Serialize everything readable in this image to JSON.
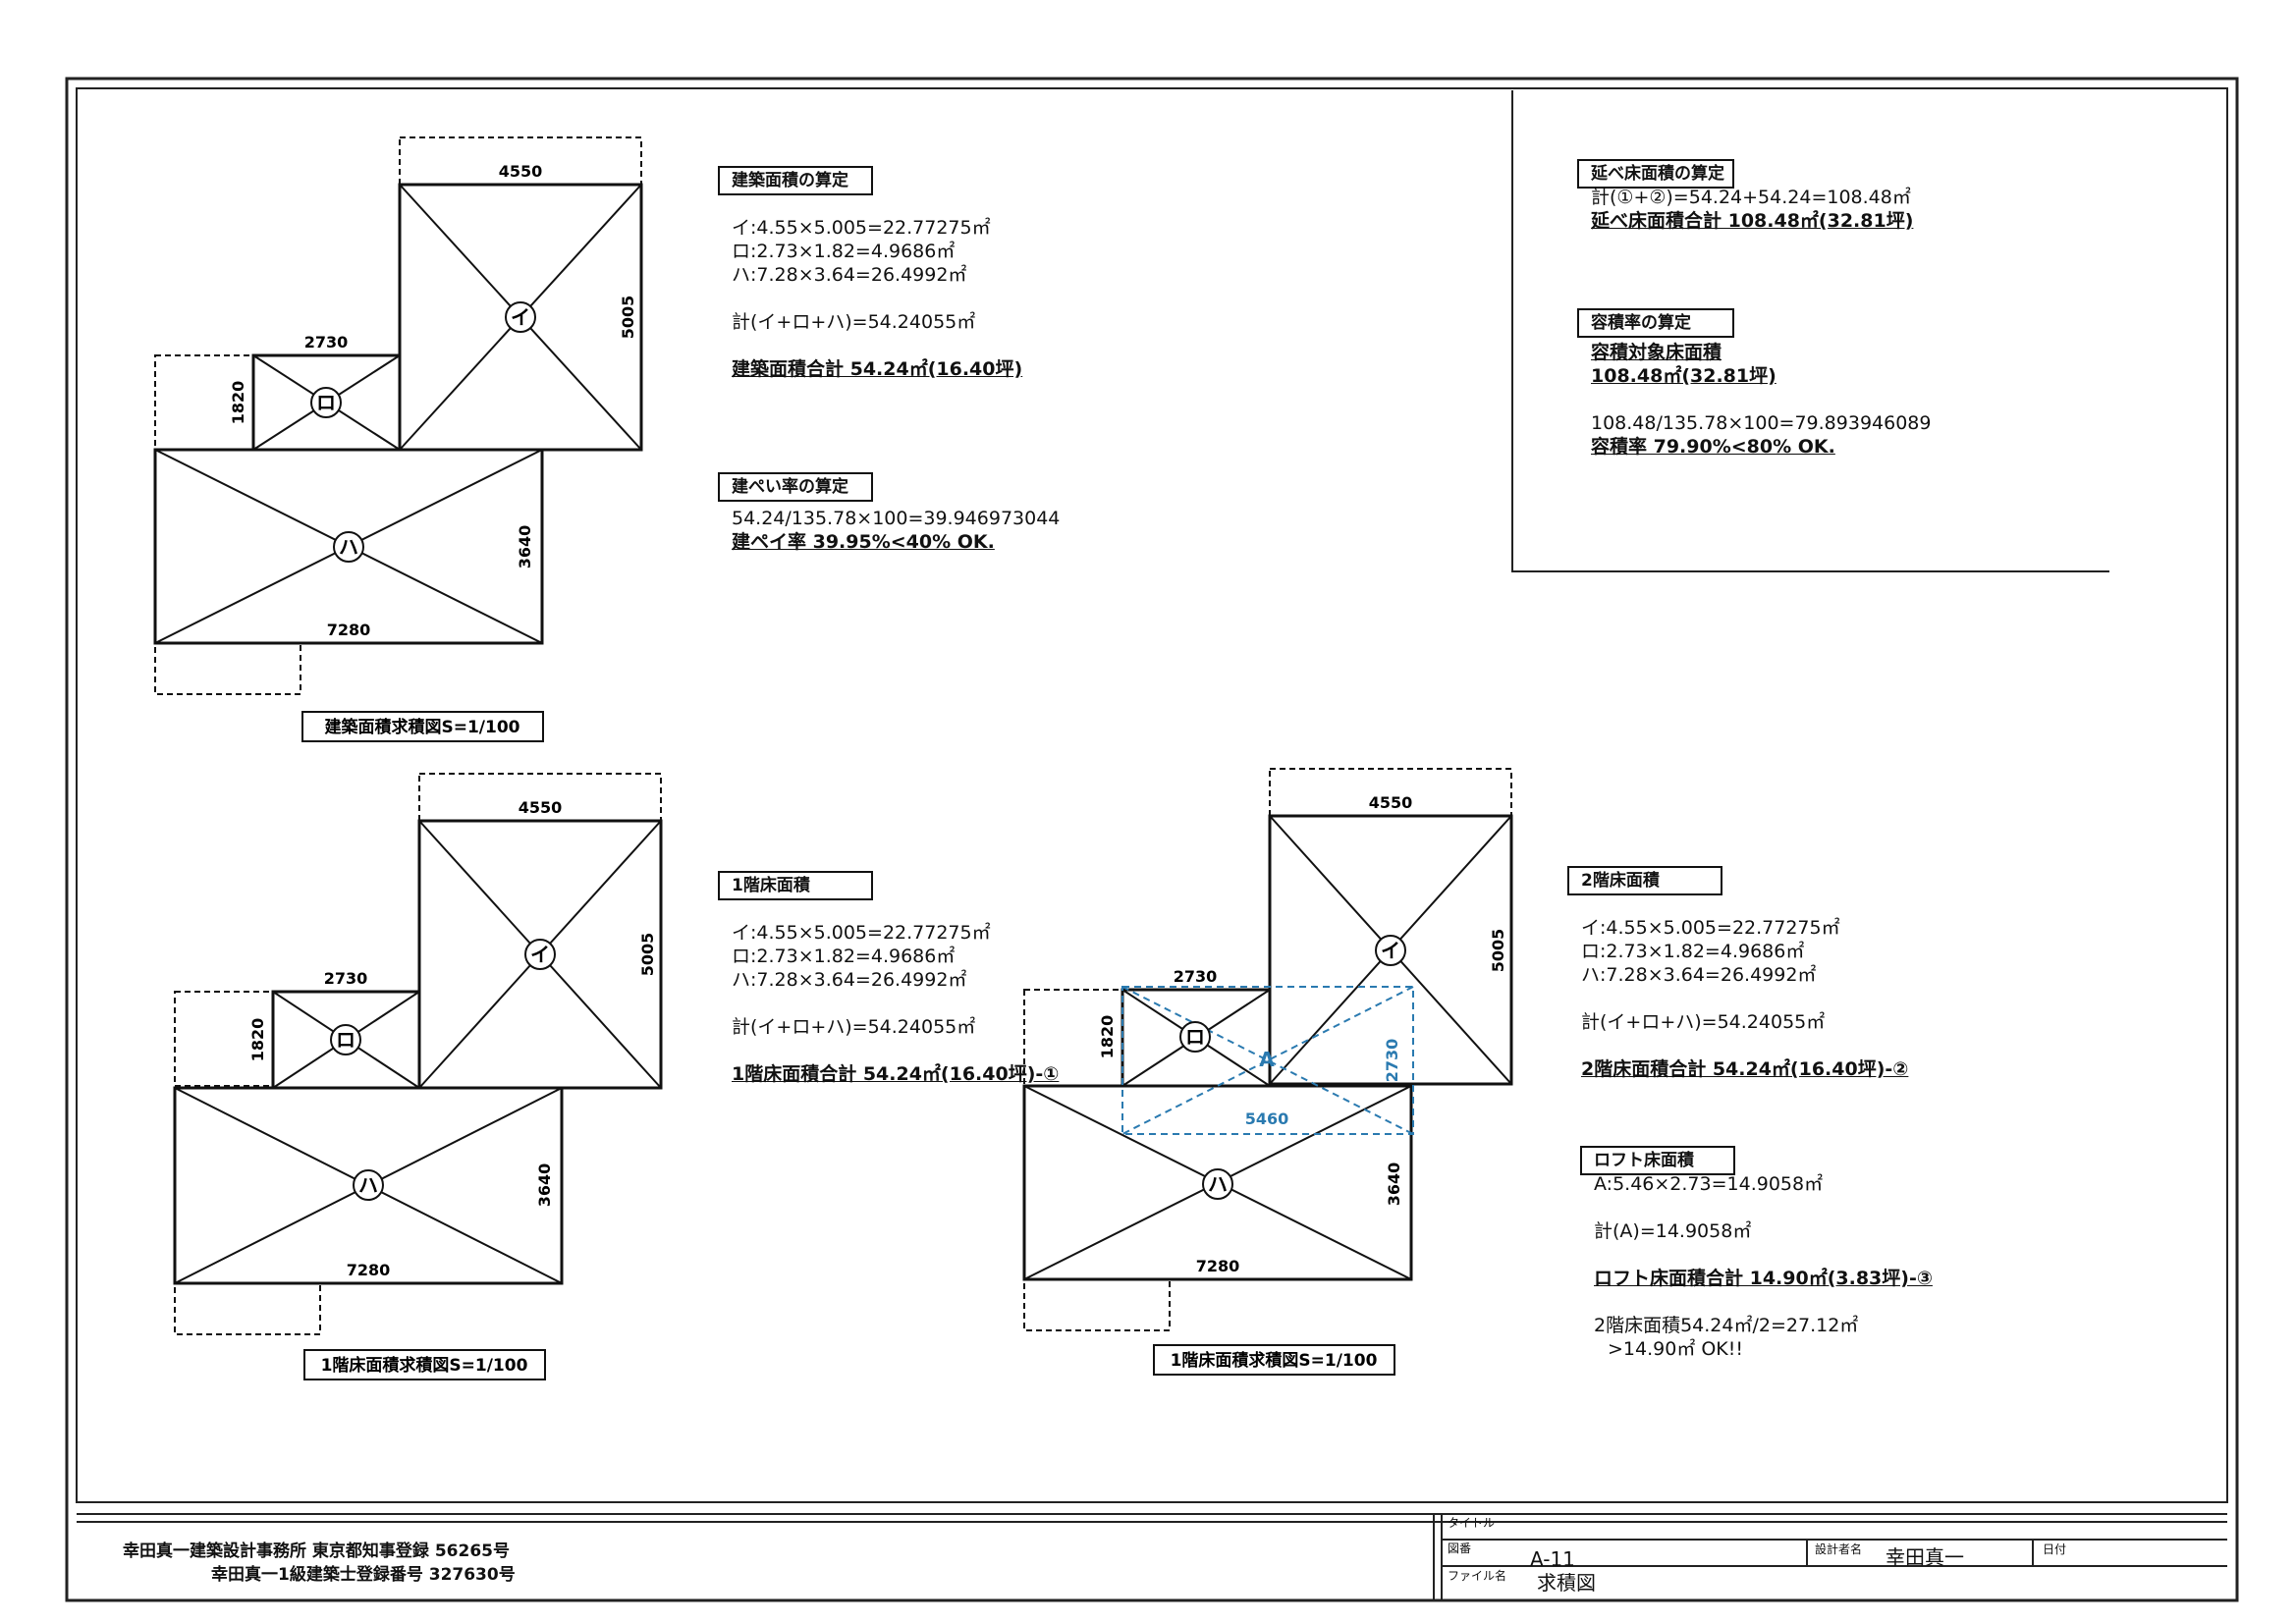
{
  "plans": {
    "kenchiku": {
      "d4550": "4550",
      "d5005": "5005",
      "d2730": "2730",
      "d1820": "1820",
      "d3640": "3640",
      "d7280": "7280",
      "i": "イ",
      "ro": "ロ",
      "ha": "ハ",
      "caption": "建築面積求積図S=1/100"
    },
    "floor1": {
      "d4550": "4550",
      "d5005": "5005",
      "d2730": "2730",
      "d1820": "1820",
      "d3640": "3640",
      "d7280": "7280",
      "i": "イ",
      "ro": "ロ",
      "ha": "ハ",
      "caption": "1階床面積求積図S=1/100"
    },
    "floor2": {
      "d4550": "4550",
      "d5005": "5005",
      "d2730": "2730",
      "d1820": "1820",
      "d3640": "3640",
      "d7280": "7280",
      "i": "イ",
      "ro": "ロ",
      "ha": "ハ",
      "loft_label": "A",
      "loft_w": "5460",
      "loft_h": "2730",
      "caption": "1階床面積求積図S=1/100"
    }
  },
  "calc": {
    "kenchiku": {
      "title": "建築面積の算定",
      "i": "イ:4.55×5.005=22.77275㎡",
      "ro": "ロ:2.73×1.82=4.9686㎡",
      "ha": "ハ:7.28×3.64=26.4992㎡",
      "sum": "計(イ+ロ+ハ)=54.24055㎡",
      "total": "建築面積合計 54.24㎡(16.40坪)"
    },
    "kenpei": {
      "title": "建ぺい率の算定",
      "formula": "54.24/135.78×100=39.946973044",
      "result": "建ペイ率 39.95%<40% OK."
    },
    "nobe": {
      "title": "延べ床面積の算定",
      "formula": "計(①+②)=54.24+54.24=108.48㎡",
      "total": "延べ床面積合計 108.48㎡(32.81坪)"
    },
    "yoseki": {
      "title": "容積率の算定",
      "target": "容積対象床面積",
      "target_val": "108.48㎡(32.81坪)",
      "formula": "108.48/135.78×100=79.893946089",
      "result": "容積率 79.90%<80% OK."
    },
    "floor1": {
      "title": "1階床面積",
      "i": "イ:4.55×5.005=22.77275㎡",
      "ro": "ロ:2.73×1.82=4.9686㎡",
      "ha": "ハ:7.28×3.64=26.4992㎡",
      "sum": "計(イ+ロ+ハ)=54.24055㎡",
      "total": "1階床面積合計 54.24㎡(16.40坪)-①"
    },
    "floor2": {
      "title": "2階床面積",
      "i": "イ:4.55×5.005=22.77275㎡",
      "ro": "ロ:2.73×1.82=4.9686㎡",
      "ha": "ハ:7.28×3.64=26.4992㎡",
      "sum": "計(イ+ロ+ハ)=54.24055㎡",
      "total": "2階床面積合計 54.24㎡(16.40坪)-②"
    },
    "loft": {
      "title": "ロフト床面積",
      "a": "A:5.46×2.73=14.9058㎡",
      "sum": "計(A)=14.9058㎡",
      "total": "ロフト床面積合計 14.90㎡(3.83坪)-③",
      "check1": "2階床面積54.24㎡/2=27.12㎡",
      "check2": ">14.90㎡ OK!!"
    }
  },
  "titleblock": {
    "office": "幸田真一建築設計事務所 東京都知事登録 56265号",
    "architect": "幸田真一1級建築士登録番号 327630号",
    "title_label": "タイトル",
    "drawing_no_label": "図番",
    "drawing_no": "A-11",
    "file_label": "ファイル名",
    "file_name": "求積図",
    "designer_label": "設計者名",
    "designer": "幸田真一",
    "date_label": "日付"
  }
}
